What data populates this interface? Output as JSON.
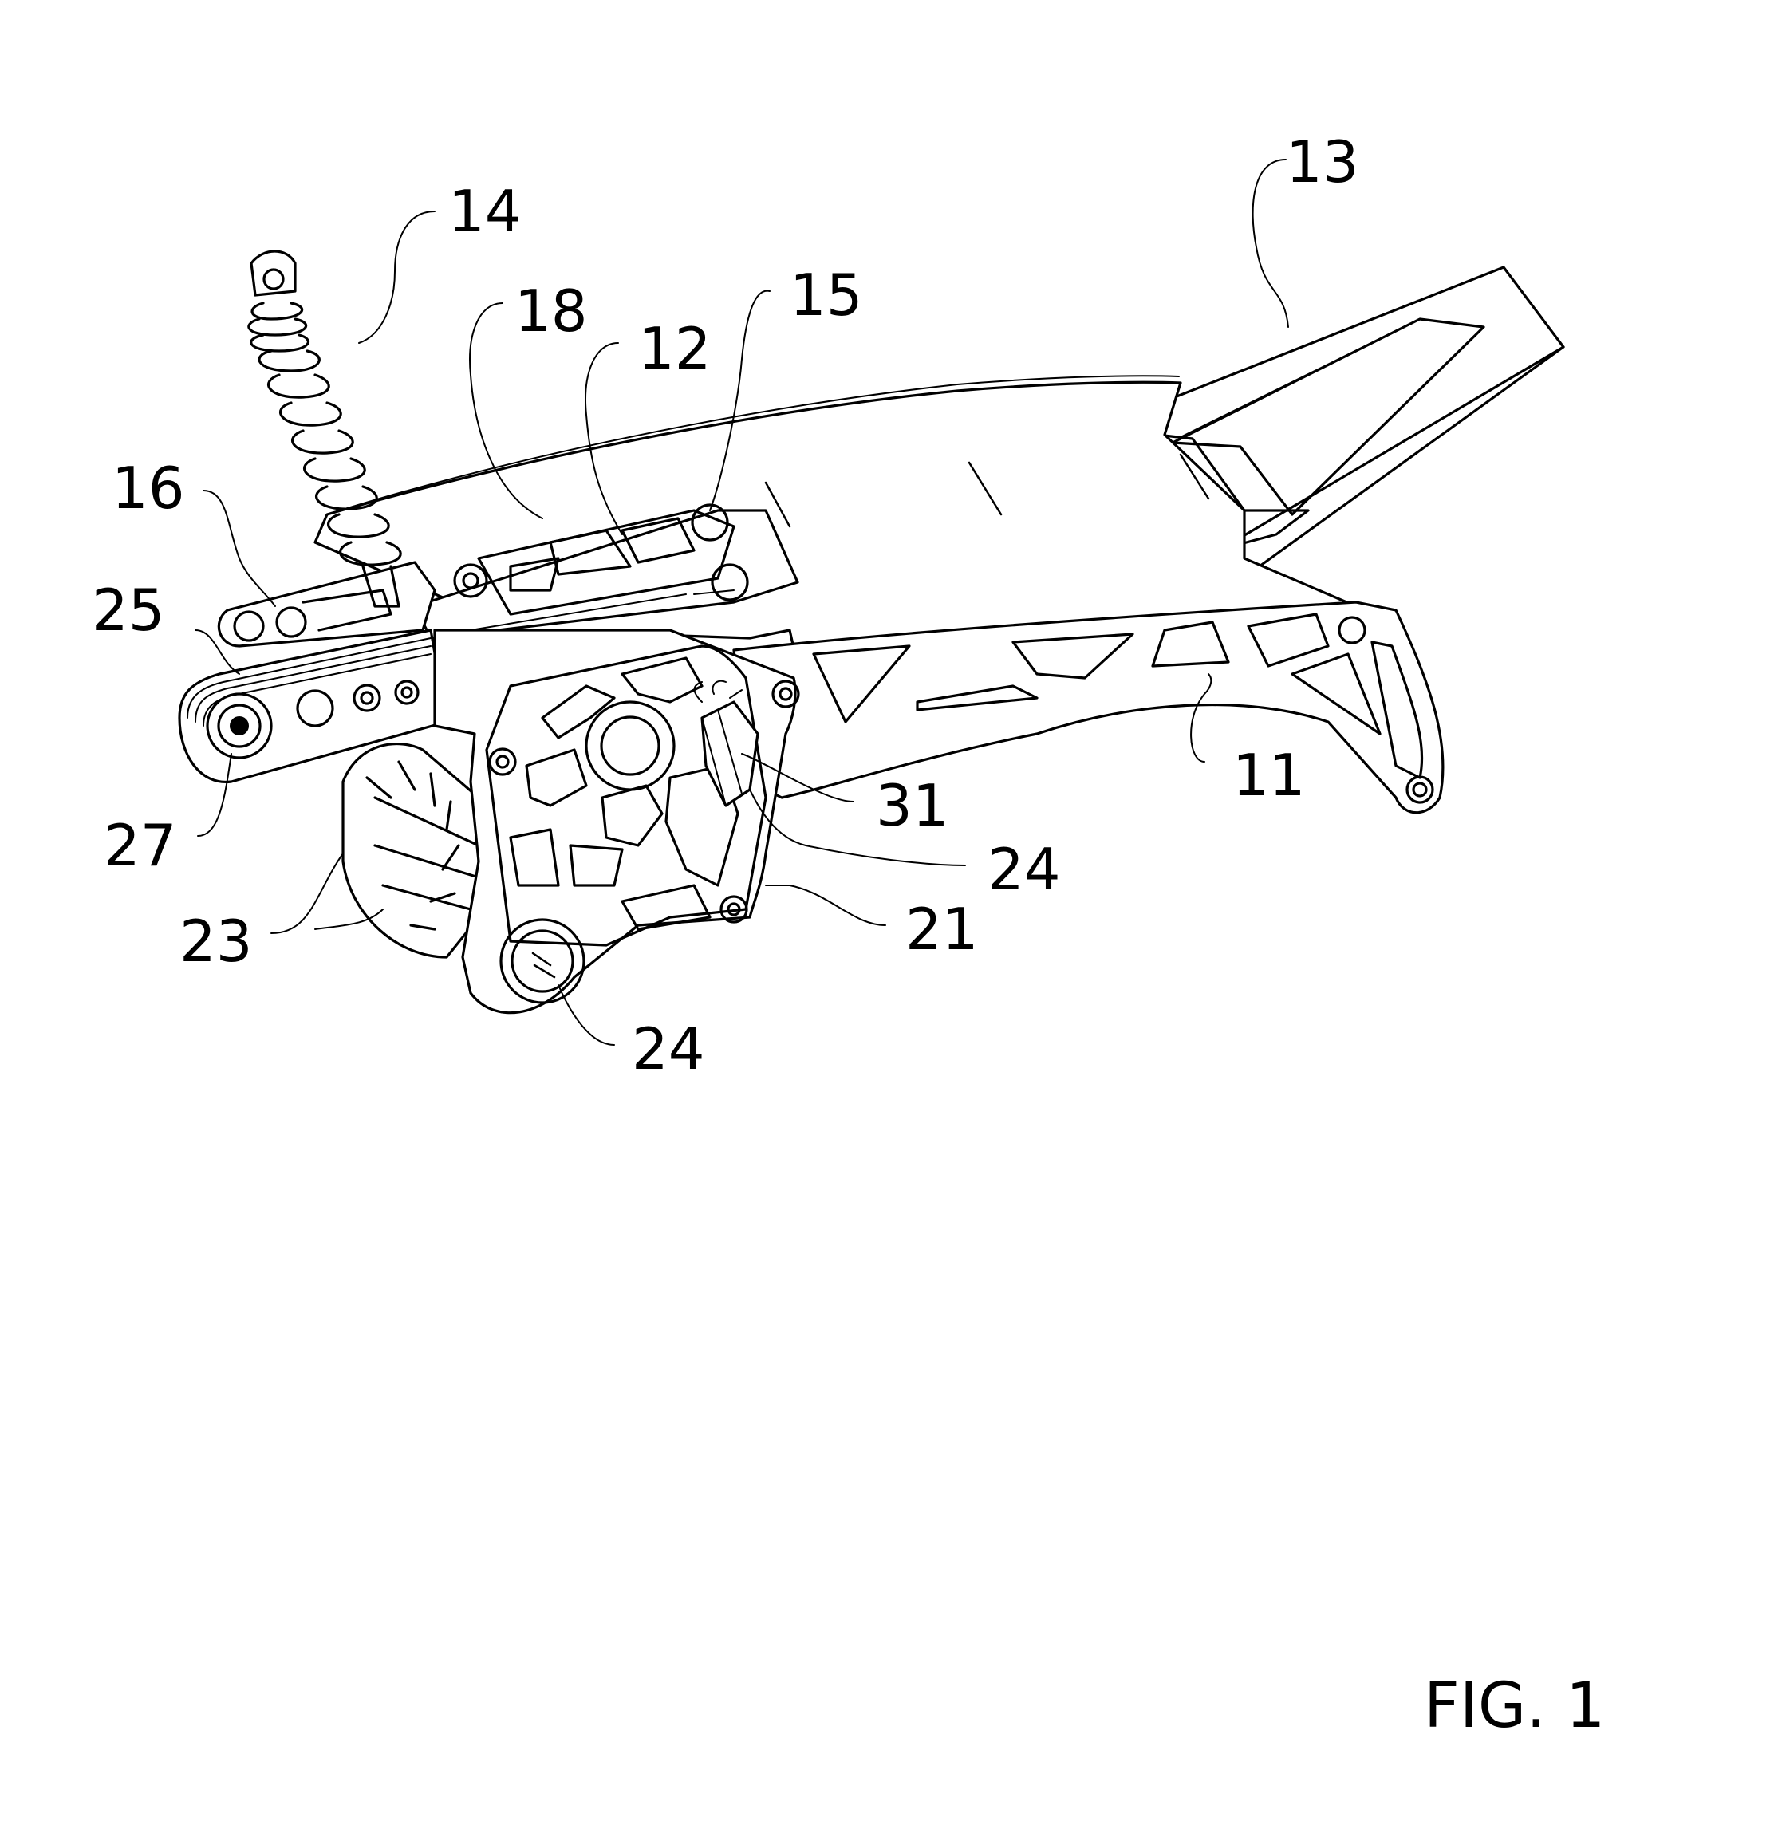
{
  "figure": {
    "caption": "FIG. 1"
  },
  "reference_numerals": [
    {
      "id": "13",
      "text": "13"
    },
    {
      "id": "14",
      "text": "14"
    },
    {
      "id": "15",
      "text": "15"
    },
    {
      "id": "18",
      "text": "18"
    },
    {
      "id": "12",
      "text": "12"
    },
    {
      "id": "16",
      "text": "16"
    },
    {
      "id": "25",
      "text": "25"
    },
    {
      "id": "27",
      "text": "27"
    },
    {
      "id": "23",
      "text": "23"
    },
    {
      "id": "11",
      "text": "11"
    },
    {
      "id": "31",
      "text": "31"
    },
    {
      "id": "24a",
      "text": "24"
    },
    {
      "id": "21",
      "text": "21"
    },
    {
      "id": "24b",
      "text": "24"
    }
  ]
}
